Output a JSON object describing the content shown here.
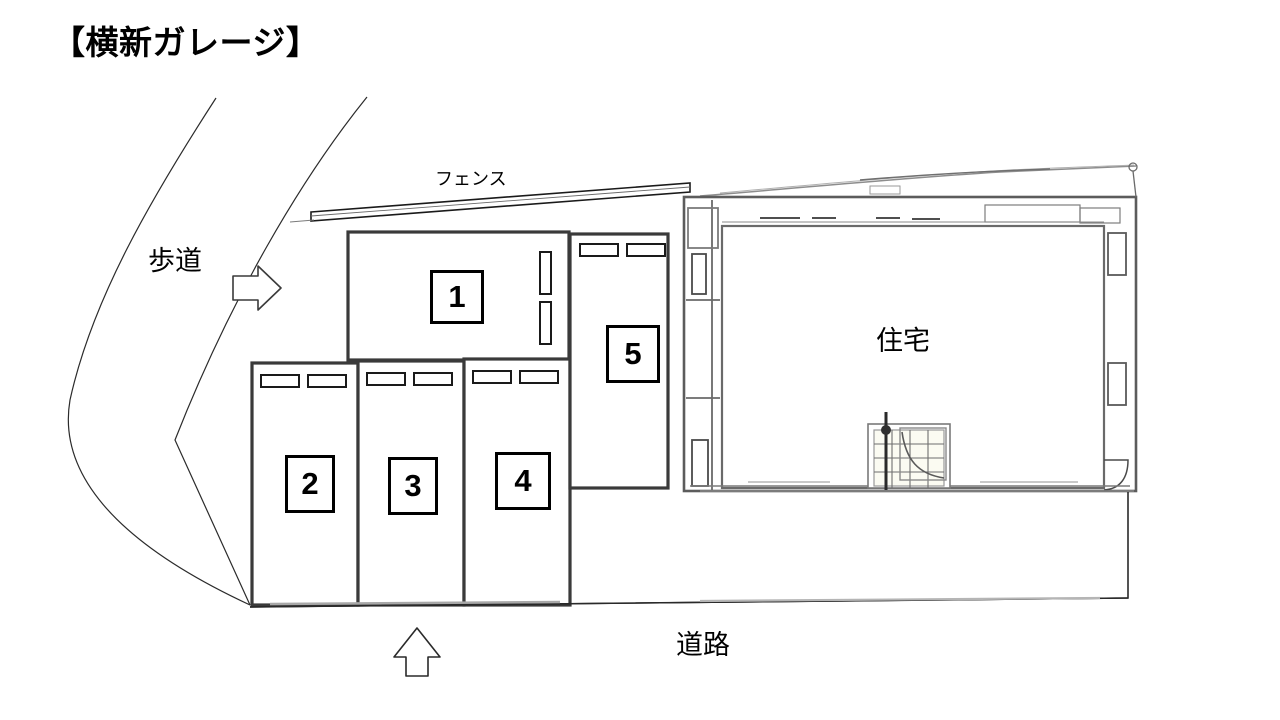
{
  "page": {
    "title": "【横新ガレージ】"
  },
  "labels": {
    "sidewalk": "歩道",
    "fence": "フェンス",
    "residence": "住宅",
    "road": "道路"
  },
  "stalls": [
    {
      "id": "1",
      "number": "1"
    },
    {
      "id": "2",
      "number": "2"
    },
    {
      "id": "3",
      "number": "3"
    },
    {
      "id": "4",
      "number": "4"
    },
    {
      "id": "5",
      "number": "5"
    }
  ],
  "arrows": {
    "sidewalk_direction": "right-arrow",
    "road_entrance": "up-arrow"
  },
  "colors": {
    "stroke": "#000000",
    "line_dark": "#3a3a3a",
    "line_faint": "#9a9a9a",
    "fill": "#ffffff"
  }
}
